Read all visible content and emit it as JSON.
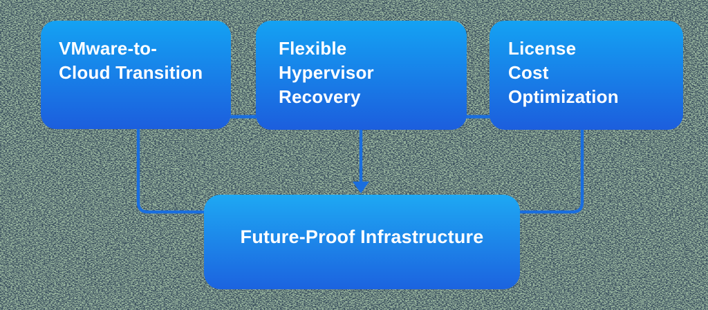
{
  "diagram": {
    "nodes": {
      "vmware": {
        "line1": "VMware-to-",
        "line2": "Cloud Transition"
      },
      "flexible": {
        "line1": "Flexible",
        "line2": "Hypervisor",
        "line3": "Recovery"
      },
      "license": {
        "line1": "License",
        "line2": "Cost",
        "line3": "Optimization"
      },
      "future": {
        "label": "Future-Proof Infrastructure"
      }
    },
    "colors": {
      "box_gradient_top": "#14a2f3",
      "box_gradient_bottom": "#1c5edd",
      "bottom_box_gradient_top": "#1ea8f3",
      "bottom_box_gradient_bottom": "#1c63df",
      "connector": "#1a6ede",
      "text_color": "#ffffff",
      "background_speckle_green": "#4c6f55",
      "background_speckle_dark": "#0d1820"
    }
  }
}
